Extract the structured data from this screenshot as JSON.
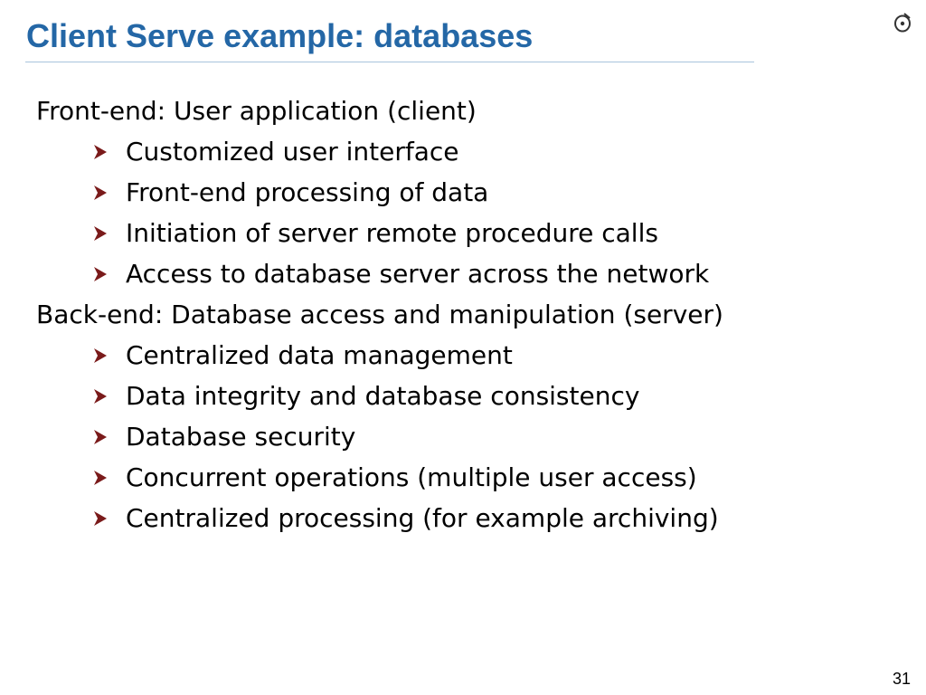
{
  "slide": {
    "title": "Client Serve example: databases",
    "page_number": "31",
    "accent_color": "#2467a6",
    "bullet_color": "#7a1a1a"
  },
  "sections": [
    {
      "heading": "Front-end: User application (client)",
      "items": [
        "Customized user interface",
        "Front-end processing of data",
        "Initiation of server remote procedure calls",
        "Access to database server across the network"
      ]
    },
    {
      "heading": "Back-end: Database access and manipulation (server)",
      "items": [
        "Centralized data management",
        "Data integrity and database consistency",
        "Database security",
        "Concurrent operations (multiple user access)",
        "Centralized processing (for example archiving)"
      ]
    }
  ]
}
